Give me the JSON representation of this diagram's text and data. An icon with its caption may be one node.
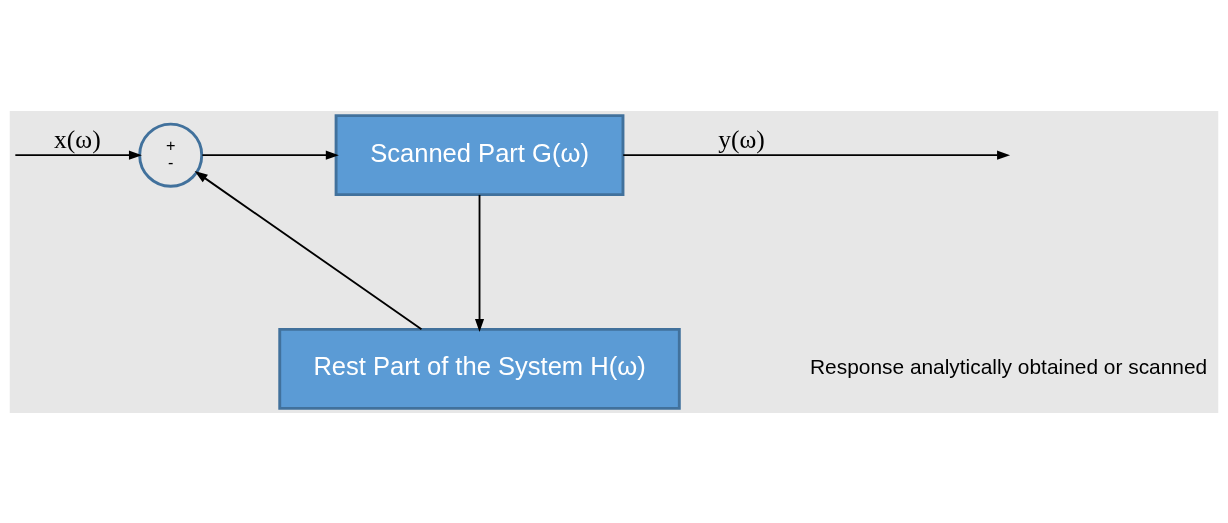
{
  "diagram": {
    "nodes": [
      {
        "text": [
          "+",
          "-"
        ]
      },
      {
        "text": [
          "Scanned Part G(ω)"
        ]
      },
      {
        "text": [
          "Rest Part of the System H(ω)"
        ]
      }
    ],
    "edges": [
      {
        "from": null,
        "to": 0,
        "arrow": "to",
        "label": "x(ω)"
      },
      {
        "from": 0,
        "to": 1,
        "arrow": "to"
      },
      {
        "from": 1,
        "to": null,
        "arrow": "to",
        "label": "y(ω)"
      },
      {
        "from": 1,
        "to": 2,
        "arrow": "to"
      },
      {
        "from": 2,
        "to": 0,
        "arrow": "to"
      }
    ],
    "labels": [
      "Response analytically obtained or scanned"
    ]
  }
}
